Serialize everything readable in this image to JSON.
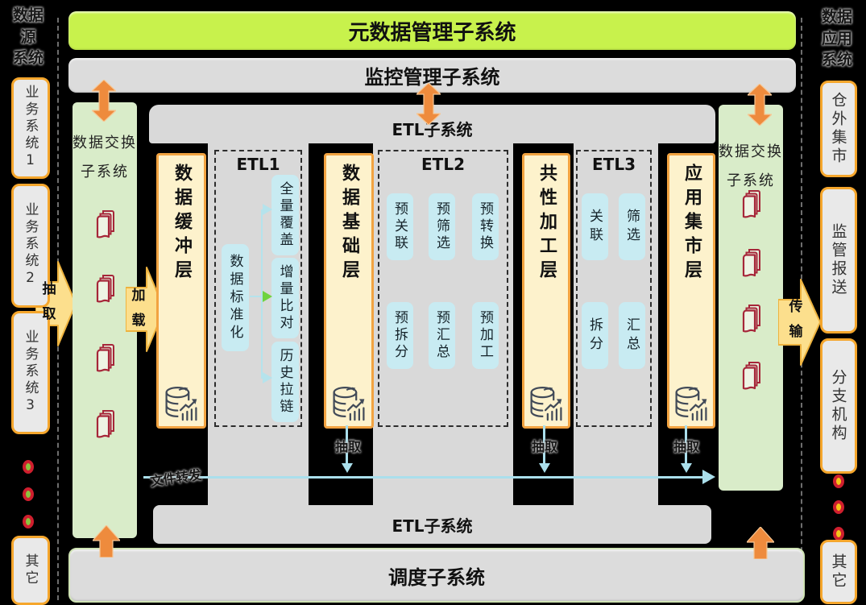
{
  "colors": {
    "background": "#000000",
    "metadata_bar": "#c8f24c",
    "subsystem_bar": "#dcdcdc",
    "layer_fill": "#fdf2cc",
    "layer_border": "#f2a341",
    "blue_box": "#c8ebf2",
    "exchange_green": "#d9ecc9",
    "orange_arrow": "#ee8b3d",
    "yellow_arrow": "#fcdf8d",
    "flow_blue": "#aadfec",
    "box_border_orange": "#f5a62c",
    "file_icon_red": "#a62639"
  },
  "bars": {
    "metadata": "元数据管理子系统",
    "monitoring": "监控管理子系统",
    "scheduling": "调度子系统"
  },
  "left_panel": {
    "title": "数据\n源\n系统",
    "boxes": [
      "业务系统1",
      "业务系统2",
      "业务系统3"
    ],
    "other": "其它"
  },
  "right_panel": {
    "title": "数据\n应用\n系统",
    "boxes": [
      "仓外集市",
      "监管报送",
      "分支机构"
    ],
    "other": "其它"
  },
  "exchange": {
    "line1": "数据交换",
    "line2": "子系统"
  },
  "etl": {
    "top_label": "ETL子系统",
    "bottom_label": "ETL子系统",
    "etl1": {
      "label": "ETL1",
      "source_box": "数据标准化",
      "target_boxes": [
        "全量覆盖",
        "增量比对",
        "历史拉链"
      ]
    },
    "etl2": {
      "label": "ETL2",
      "row1": [
        "预关联",
        "预筛选",
        "预转换"
      ],
      "row2": [
        "预拆分",
        "预汇总",
        "预加工"
      ]
    },
    "etl3": {
      "label": "ETL3",
      "row1": [
        "关联",
        "筛选"
      ],
      "row2": [
        "拆分",
        "汇总"
      ]
    }
  },
  "layers": [
    "数据缓冲层",
    "数据基础层",
    "共性加工层",
    "应用集市层"
  ],
  "flows": {
    "extract": "抽取",
    "load": "加载",
    "transmit": "传输",
    "extract_down": "抽取",
    "file_forward": "文件转发"
  }
}
